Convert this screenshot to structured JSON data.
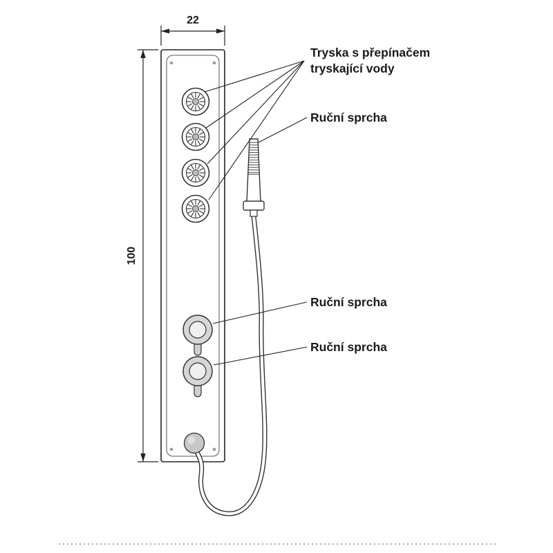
{
  "diagram": {
    "dimensions": {
      "width_label": "22",
      "height_label": "100"
    },
    "labels": {
      "jets_line1": "Tryska s přepínačem",
      "jets_line2": "tryskající vody",
      "hand_shower": "Ruční sprcha",
      "knob_upper": "Ruční sprcha",
      "knob_lower": "Ruční sprcha"
    },
    "colors": {
      "line": "#222222",
      "knob_fill": "#d6d6d6",
      "outlet_fill": "#c7c7c7"
    }
  }
}
